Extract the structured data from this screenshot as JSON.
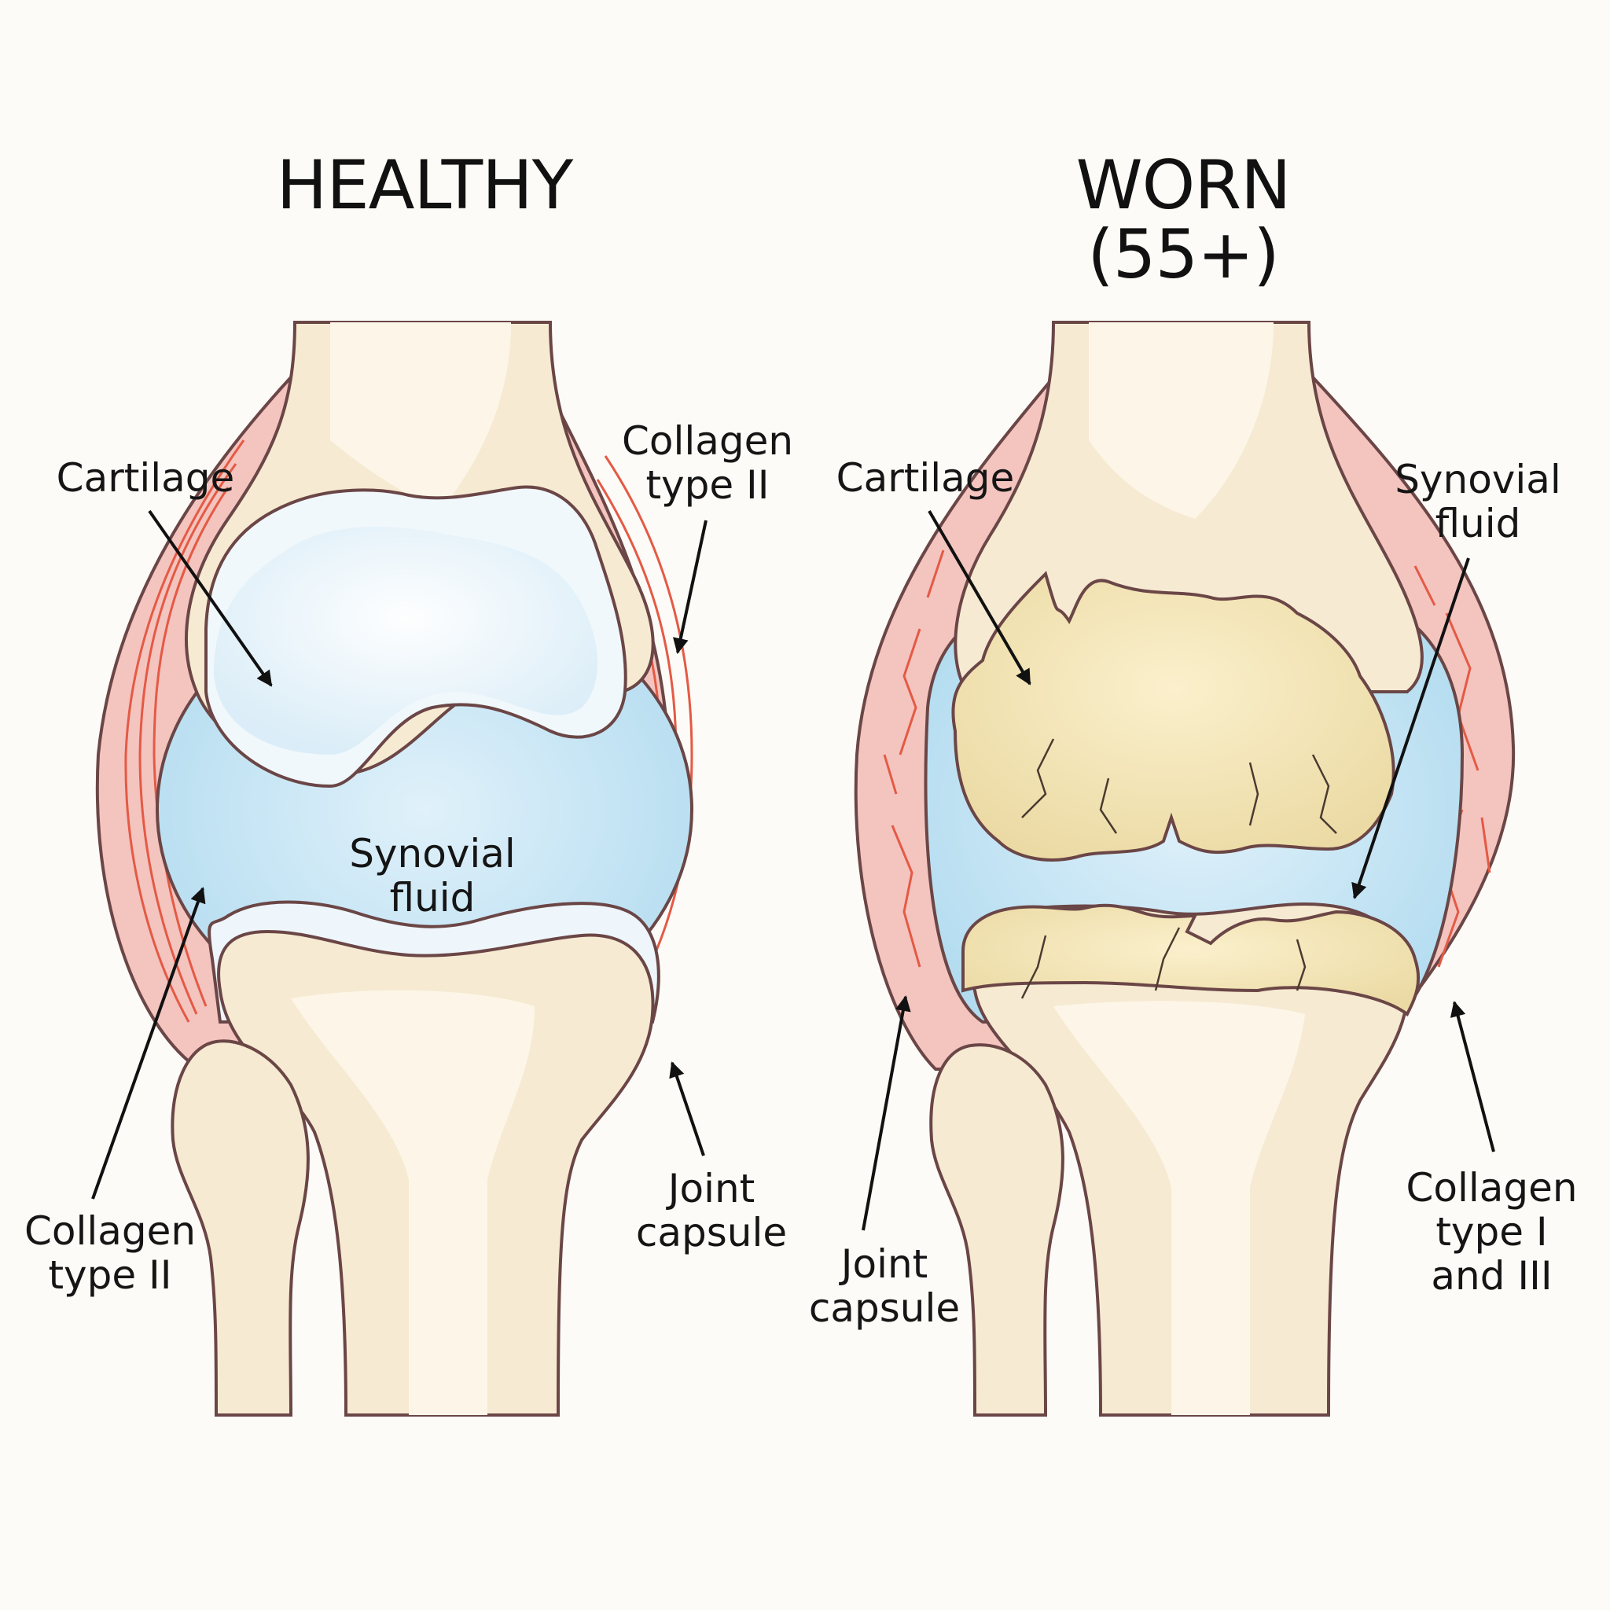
{
  "panels": [
    {
      "title": [
        "HEALTHY"
      ],
      "labels": {
        "cartilage": [
          "Cartilage"
        ],
        "collagen_top": [
          "Collagen",
          "type II"
        ],
        "synovial_fluid": [
          "Synovial",
          "fluid"
        ],
        "collagen_bottom": [
          "Collagen",
          "type II"
        ],
        "joint_capsule": [
          "Joint",
          "capsule"
        ]
      }
    },
    {
      "title": [
        "WORN",
        "(55+)"
      ],
      "labels": {
        "cartilage": [
          "Cartilage"
        ],
        "synovial_fluid": [
          "Synovial",
          "fluid"
        ],
        "joint_capsule": [
          "Joint",
          "capsule"
        ],
        "collagen_bottom": [
          "Collagen",
          "type I",
          "and III"
        ]
      }
    }
  ],
  "colors": {
    "background": "#fdfbf7",
    "bone": "#f6ead2",
    "bone_light": "#fdf6e8",
    "capsule": "#f4c4bf",
    "collagen_fibers": "#e45a45",
    "synovial_fluid": "#b9dff2",
    "healthy_cartilage": "#e4f1f9",
    "worn_cartilage": "#efe0ac",
    "outline": "#5a4040"
  }
}
